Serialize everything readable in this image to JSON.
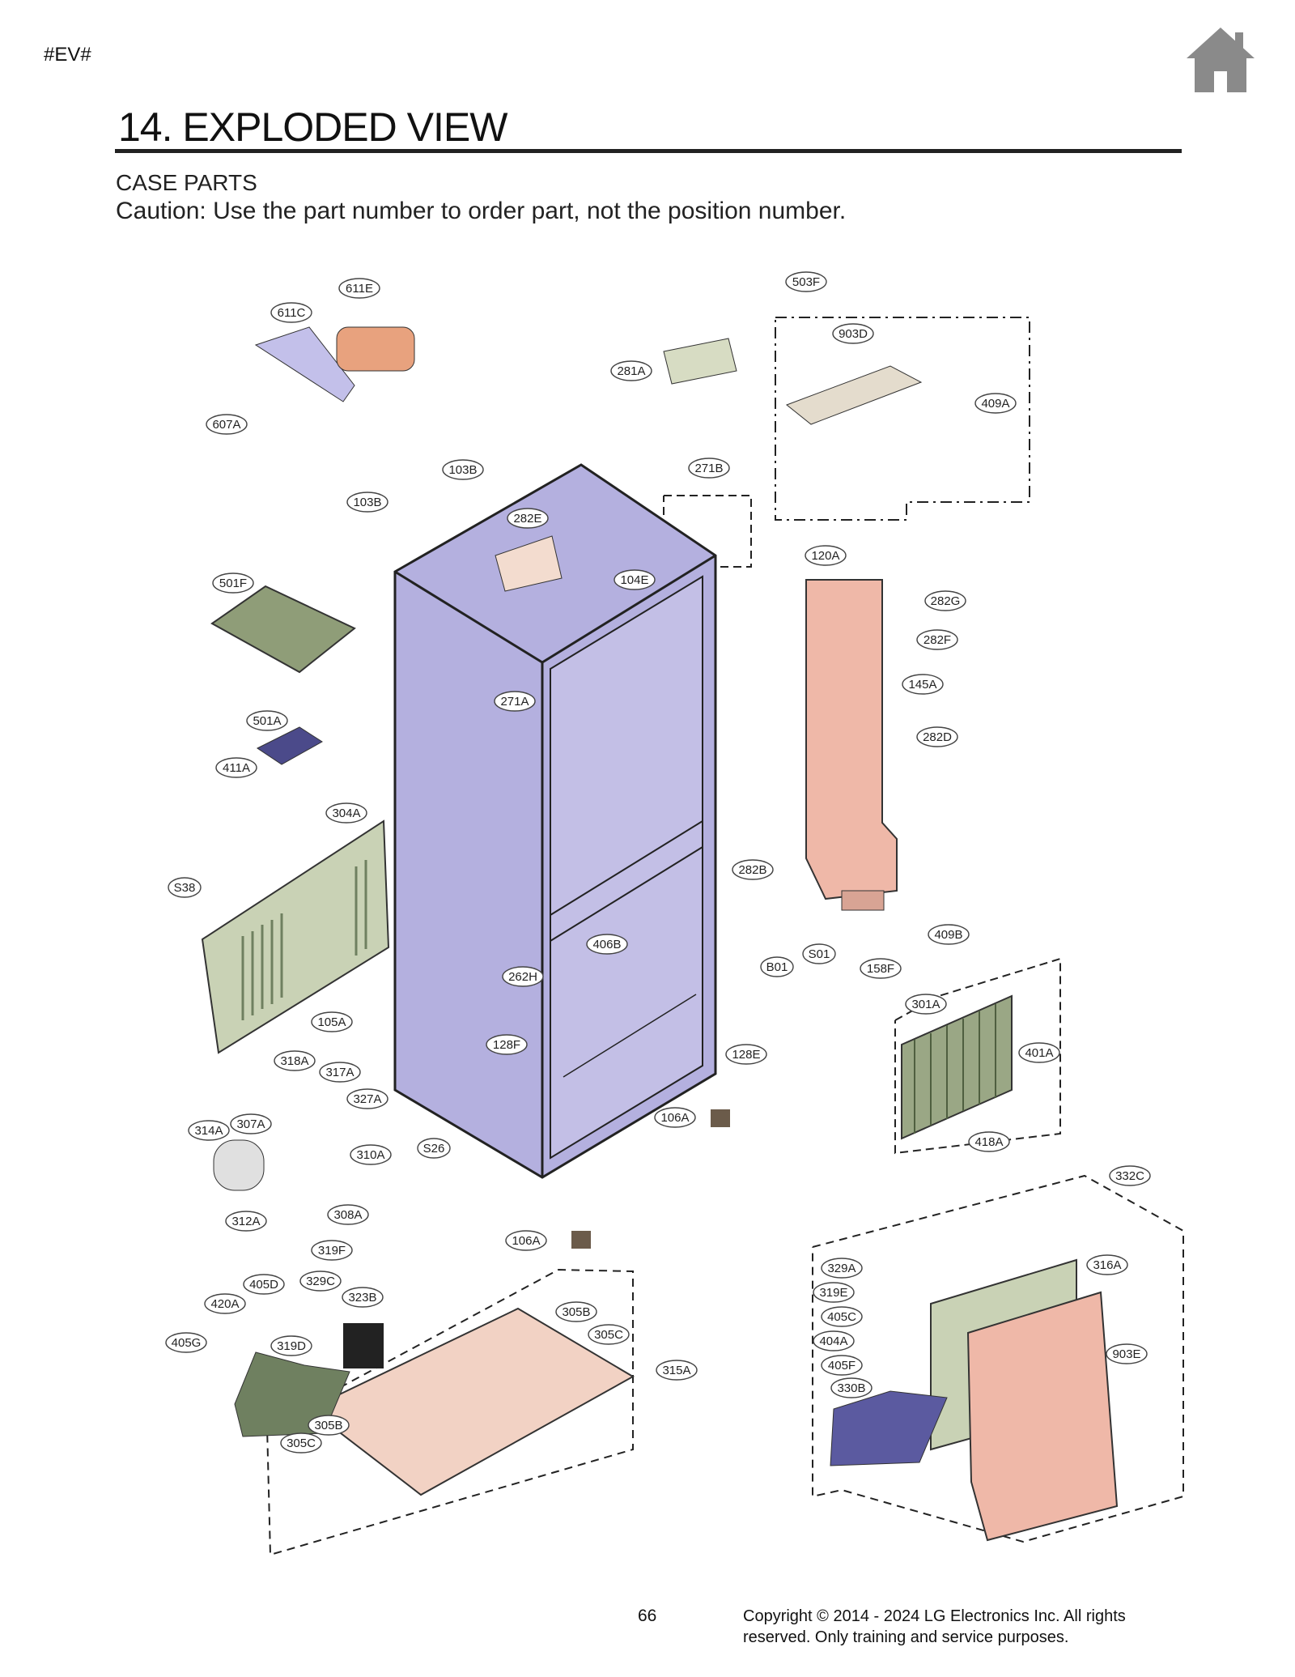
{
  "header": {
    "tag": "#EV#",
    "title": "14. EXPLODED VIEW",
    "subtitle": "CASE PARTS",
    "caution": "Caution: Use the part number to order part, not the position number."
  },
  "icons": {
    "home": "home-icon"
  },
  "colors": {
    "cabinet": "#b4b0df",
    "pink": "#efb8a8",
    "green": "#c9d2b5",
    "darkgreen": "#6f8060",
    "navy": "#4b4a8a",
    "tan": "#d8cbb3"
  },
  "labels": [
    "611E",
    "611C",
    "607A",
    "103B",
    "103B",
    "281A",
    "503F",
    "903D",
    "409A",
    "271B",
    "282E",
    "104E",
    "120A",
    "282G",
    "282F",
    "145A",
    "282D",
    "501F",
    "271A",
    "501A",
    "411A",
    "304A",
    "S38",
    "282B",
    "S01",
    "B01",
    "409B",
    "158F",
    "406B",
    "262H",
    "301A",
    "105A",
    "128F",
    "128E",
    "401A",
    "318A",
    "317A",
    "327A",
    "106A",
    "314A",
    "307A",
    "310A",
    "S26",
    "418A",
    "312A",
    "308A",
    "332C",
    "319F",
    "106A",
    "329A",
    "316A",
    "405D",
    "329C",
    "319E",
    "420A",
    "323B",
    "305B",
    "405C",
    "903E",
    "405G",
    "319D",
    "305C",
    "404A",
    "315A",
    "405F",
    "330B",
    "305B",
    "305C"
  ],
  "footer": {
    "page_number": "66",
    "copyright": "Copyright © 2014 - 2024 LG Electronics Inc. All rights reserved. Only training and service purposes."
  }
}
